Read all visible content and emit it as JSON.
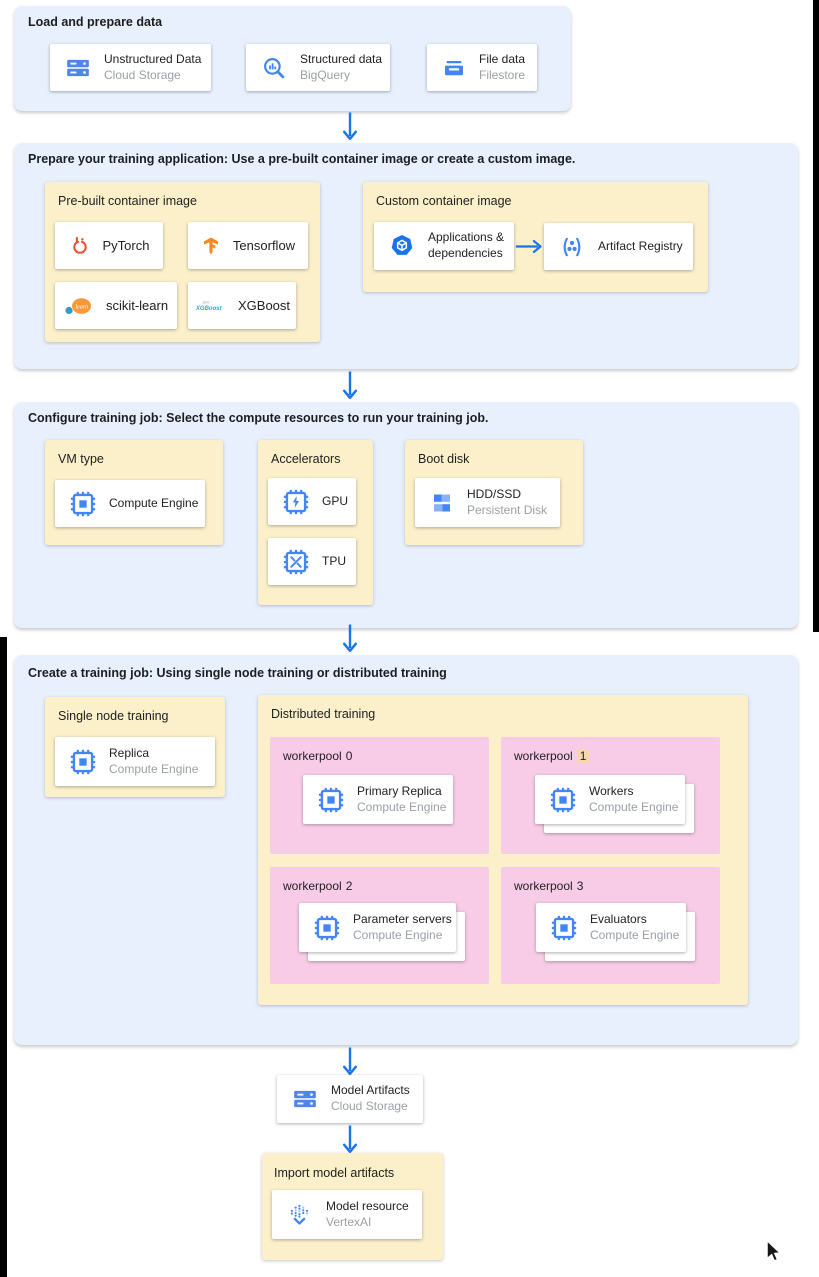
{
  "colors": {
    "section-bg": "#e8f0fe",
    "group-bg": "#fbf0c9",
    "pool-bg": "#f8cce6",
    "accent": "#1a73e8",
    "icon-blue": "#4285f4",
    "hl": "#f6d7b0",
    "title-text": "#202124",
    "subtitle-text": "#9aa0a6"
  },
  "flow": {
    "load": {
      "title": "Load and prepare data",
      "cards": [
        {
          "title": "Unstructured Data",
          "subtitle": "Cloud Storage"
        },
        {
          "title": "Structured data",
          "subtitle": "BigQuery"
        },
        {
          "title": "File data",
          "subtitle": "Filestore"
        }
      ]
    },
    "prepare": {
      "title": "Prepare your training application: Use a pre-built container image or create a custom image.",
      "prebuilt": {
        "title": "Pre-built container image",
        "frameworks": [
          {
            "label": "PyTorch"
          },
          {
            "label": "Tensorflow"
          },
          {
            "label": "scikit-learn"
          },
          {
            "label": "XGBoost"
          }
        ]
      },
      "custom": {
        "title": "Custom container image",
        "source_title": "Applications & dependencies",
        "target_title": "Artifact Registry"
      }
    },
    "configure": {
      "title": "Configure training job: Select the compute resources to run your training job.",
      "vm_group": {
        "title": "VM type",
        "card_title": "Compute Engine"
      },
      "accel_group": {
        "title": "Accelerators",
        "gpu": "GPU",
        "tpu": "TPU"
      },
      "boot_group": {
        "title": "Boot disk",
        "card_title": "HDD/SSD",
        "card_subtitle": "Persistent Disk"
      }
    },
    "create": {
      "title": "Create a training job: Using single node training or distributed training",
      "single_group": {
        "title": "Single node training",
        "card_title": "Replica",
        "card_subtitle": "Compute Engine"
      },
      "distributed_group": {
        "title": "Distributed training",
        "pools": [
          {
            "name": "workerpool",
            "index": "0",
            "card_title": "Primary Replica",
            "card_subtitle": "Compute Engine"
          },
          {
            "name": "workerpool",
            "index": "1",
            "card_title": "Workers",
            "card_subtitle": "Compute Engine"
          },
          {
            "name": "workerpool",
            "index": "2",
            "card_title": "Parameter servers",
            "card_subtitle": "Compute Engine"
          },
          {
            "name": "workerpool",
            "index": "3",
            "card_title": "Evaluators",
            "card_subtitle": "Compute Engine"
          }
        ]
      }
    },
    "model_artifacts": {
      "title": "Model Artifacts",
      "subtitle": "Cloud Storage"
    },
    "import_model": {
      "title": "Import model artifacts",
      "card_title": "Model resource",
      "card_subtitle": "VertexAI"
    }
  }
}
